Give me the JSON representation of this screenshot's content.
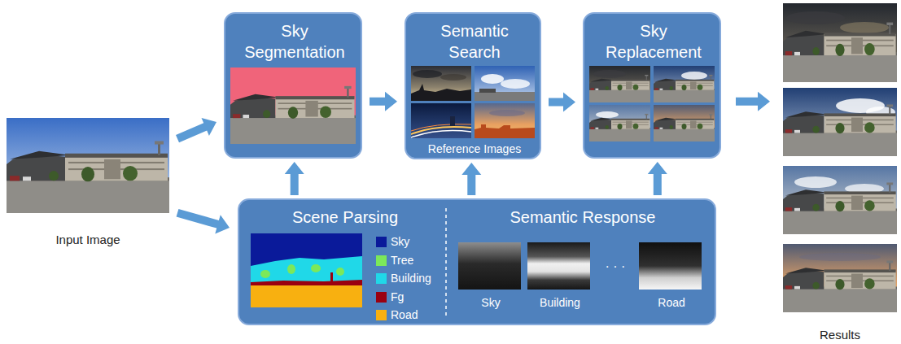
{
  "diagram": {
    "nodes": [
      {
        "text": [
          "Input Image"
        ]
      },
      {
        "text": [
          "Sky Segmentation"
        ]
      },
      {
        "text": [
          "Semantic Search",
          "Reference Images"
        ]
      },
      {
        "text": [
          "Sky Replacement"
        ]
      },
      {
        "text": [
          "Results"
        ]
      },
      {
        "text": [
          "Scene Parsing",
          "Semantic Response"
        ]
      }
    ],
    "edges": [
      {
        "from": 0,
        "to": 1,
        "arrow": "to"
      },
      {
        "from": 0,
        "to": 5,
        "arrow": "to"
      },
      {
        "from": 1,
        "to": 2,
        "arrow": "to"
      },
      {
        "from": 2,
        "to": 3,
        "arrow": "to"
      },
      {
        "from": 3,
        "to": 4,
        "arrow": "to"
      },
      {
        "from": 5,
        "to": 1,
        "arrow": "to"
      },
      {
        "from": 5,
        "to": 2,
        "arrow": "to"
      },
      {
        "from": 5,
        "to": 3,
        "arrow": "to"
      }
    ],
    "labels": [
      "Sky",
      "Building",
      "· · ·",
      "Road"
    ],
    "legend": [
      {
        "text": "Sky",
        "color": "#0a1a9a"
      },
      {
        "text": "Tree",
        "color": "#7ce85a"
      },
      {
        "text": "Building",
        "color": "#20d8e8"
      },
      {
        "text": "Fg",
        "color": "#9a0010"
      },
      {
        "text": "Road",
        "color": "#f8b010"
      }
    ]
  }
}
